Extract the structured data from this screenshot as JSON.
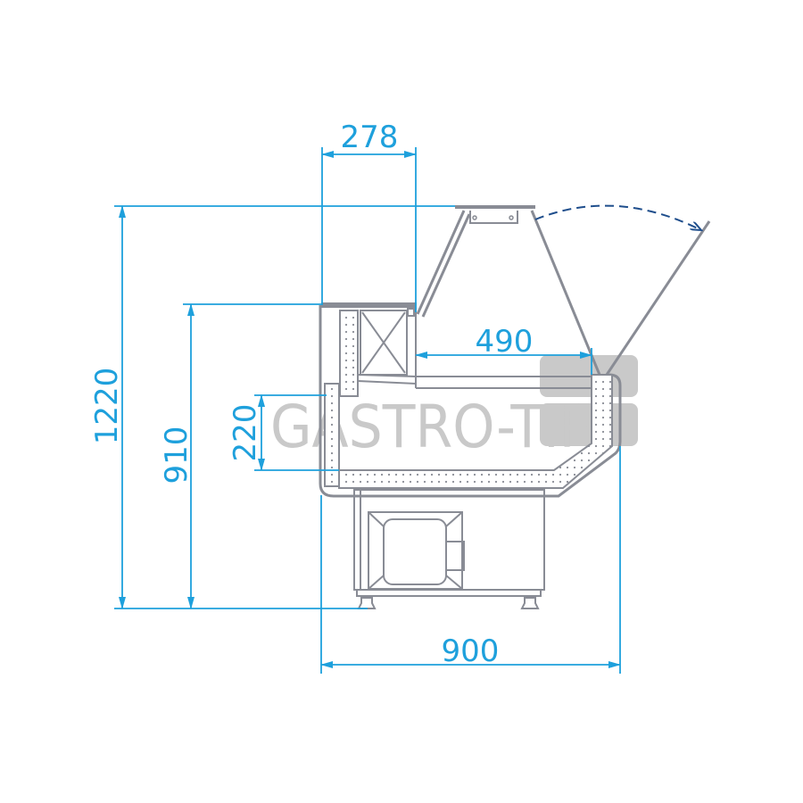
{
  "watermark": {
    "text": "GASTRO-TIP"
  },
  "dimensions": {
    "depth_top_shelf": "278",
    "total_height": "1220",
    "counter_height": "910",
    "tray_height": "220",
    "display_depth": "490",
    "total_depth": "900"
  },
  "colors": {
    "dimension": "#1ea0dc",
    "drawing": "#898c95",
    "arc": "#1f4e8c",
    "watermark": "#c9c9c9"
  }
}
